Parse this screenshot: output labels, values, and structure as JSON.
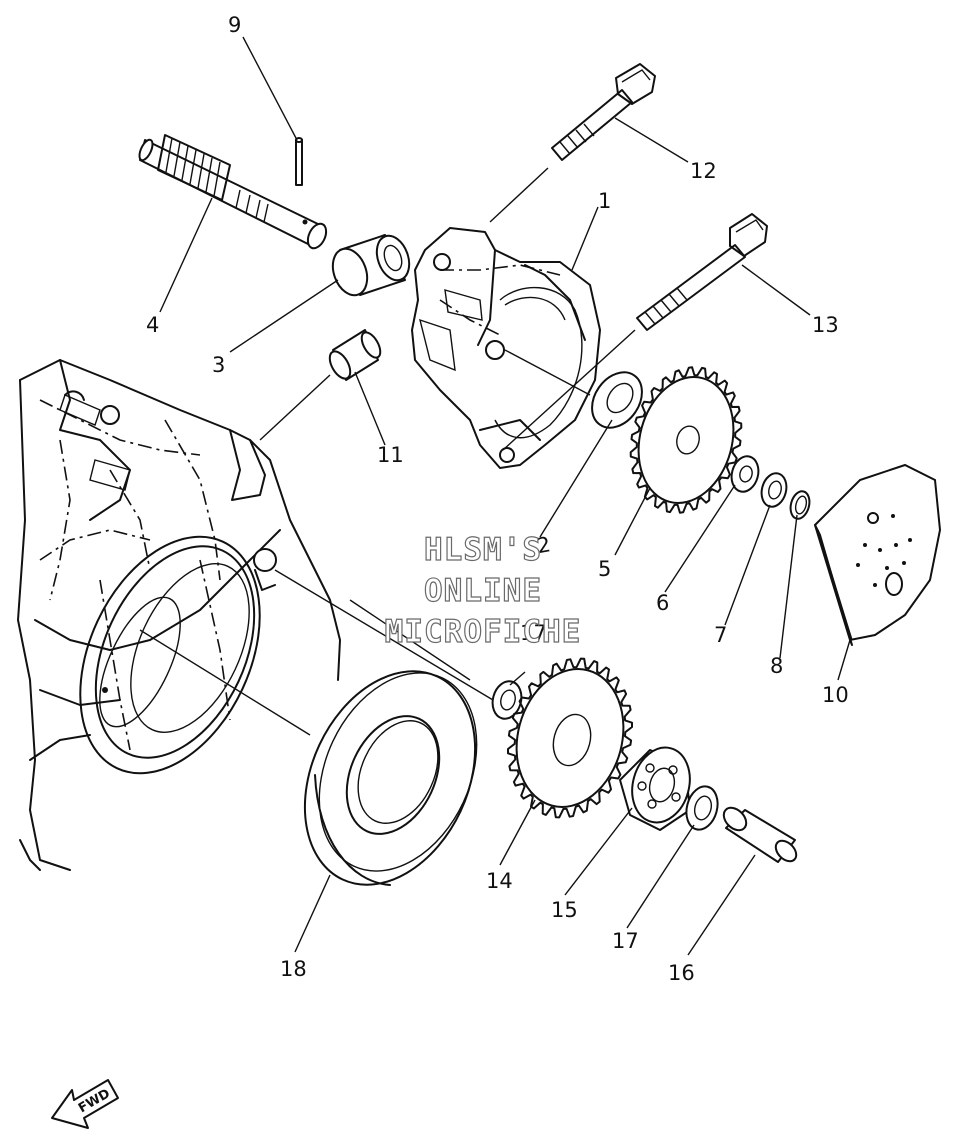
{
  "watermark": {
    "line1": "HLSM'S",
    "line2": "ONLINE",
    "line3": "MICROFICHE"
  },
  "fwd_label": "FWD",
  "callouts": {
    "c1": "1",
    "c2": "2",
    "c3": "3",
    "c4": "4",
    "c5": "5",
    "c6": "6",
    "c7": "7",
    "c8": "8",
    "c9": "9",
    "c10": "10",
    "c11": "11",
    "c12": "12",
    "c13": "13",
    "c14": "14",
    "c15": "15",
    "c16": "16",
    "c17a": "17",
    "c17b": "17",
    "c18": "18"
  }
}
